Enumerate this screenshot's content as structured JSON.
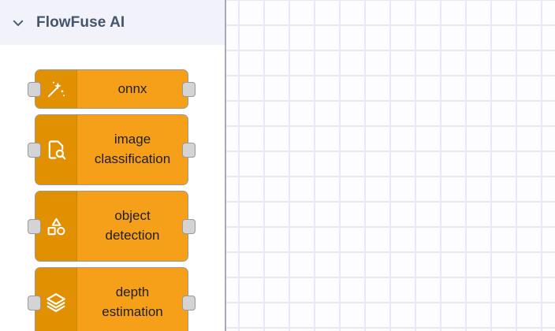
{
  "palette": {
    "category": {
      "label": "FlowFuse AI",
      "expand_icon": "chevron-down-icon",
      "expanded": true,
      "header_bg": "#f2f2fa",
      "title_color": "#44566b"
    },
    "node_colors": {
      "body": "#f6a01a",
      "icon_band": "#e09000",
      "border": "#999999",
      "label": "#1f1f1f",
      "port_fill": "#d4d4d4",
      "port_border": "#999999"
    },
    "nodes": [
      {
        "label": "onnx",
        "lines": [
          "onnx"
        ],
        "icon": "magic-wand-sparkles-icon",
        "has_input_port": true,
        "has_output_port": true
      },
      {
        "label": "image classification",
        "lines": [
          "image",
          "classification"
        ],
        "icon": "file-search-icon",
        "has_input_port": true,
        "has_output_port": true
      },
      {
        "label": "object detection",
        "lines": [
          "object",
          "detection"
        ],
        "icon": "shapes-icon",
        "has_input_port": true,
        "has_output_port": true
      },
      {
        "label": "depth estimation",
        "lines": [
          "depth",
          "estimation"
        ],
        "icon": "layers-icon",
        "has_input_port": true,
        "has_output_port": true
      }
    ]
  },
  "canvas": {
    "grid_enabled": true,
    "grid_size": 32,
    "grid_color": "#e7e7f7",
    "background": "#fdfdff",
    "divider_color": "#a9a9b8"
  }
}
